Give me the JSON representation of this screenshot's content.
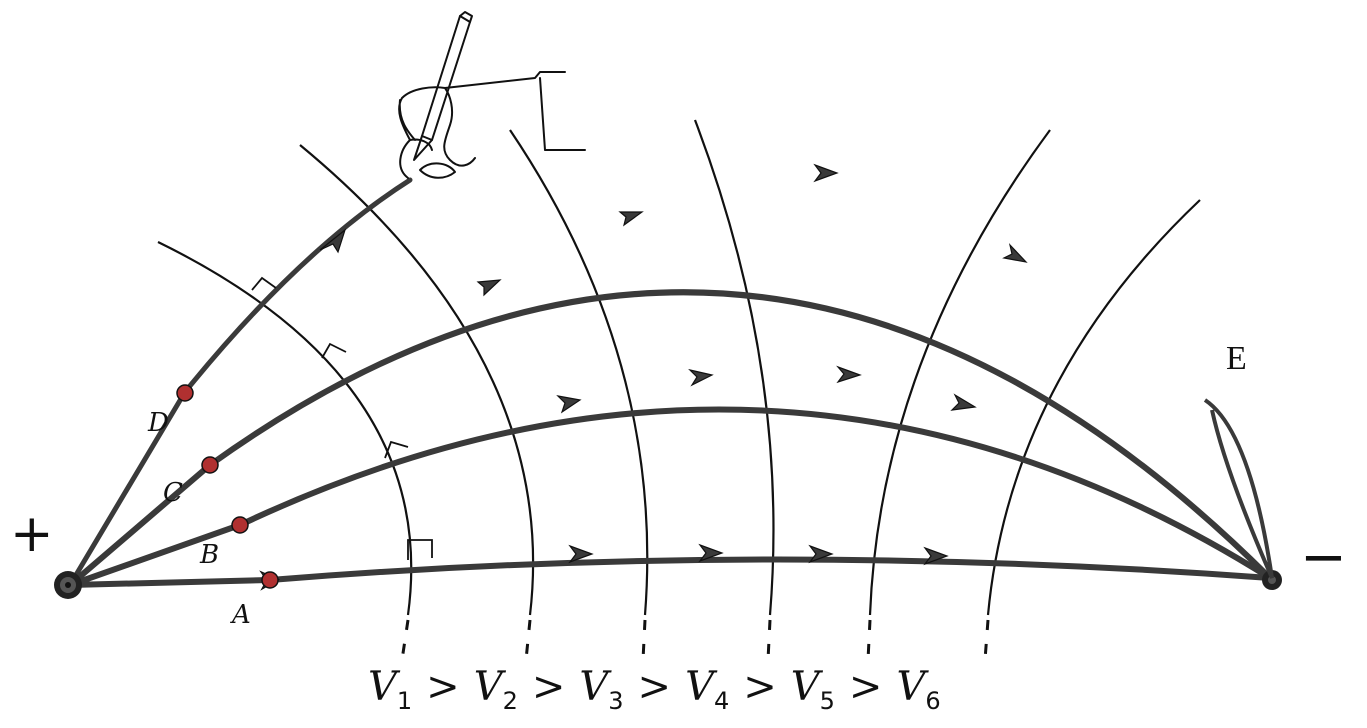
{
  "diagram": {
    "positive_sign": "+",
    "negative_sign": "−",
    "field_label": "E",
    "points": [
      "A",
      "B",
      "C",
      "D"
    ],
    "potentials": [
      {
        "symbol": "V",
        "index": "1"
      },
      {
        "symbol": "V",
        "index": "2"
      },
      {
        "symbol": "V",
        "index": "3"
      },
      {
        "symbol": "V",
        "index": "4"
      },
      {
        "symbol": "V",
        "index": "5"
      },
      {
        "symbol": "V",
        "index": "6"
      }
    ],
    "relation": ">",
    "colors": {
      "field_line": "#3a3a3a",
      "equipotential": "#111111",
      "point": "#c0392b"
    }
  }
}
